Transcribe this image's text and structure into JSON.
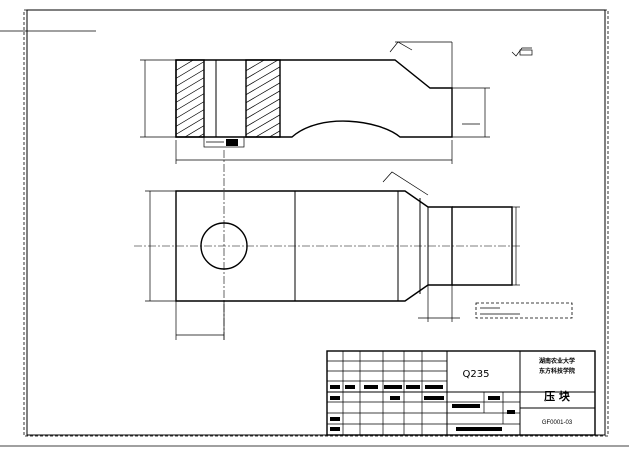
{
  "title_block": {
    "material": "Q235",
    "school_line1": "湖南农业大学",
    "school_line2": "东方科技学院",
    "part_name": "压  块",
    "drawing_no": "GF0001-03"
  },
  "notes": {
    "roughness_symbol": "✓"
  },
  "colors": {
    "line": "#000000",
    "background": "#ffffff"
  }
}
